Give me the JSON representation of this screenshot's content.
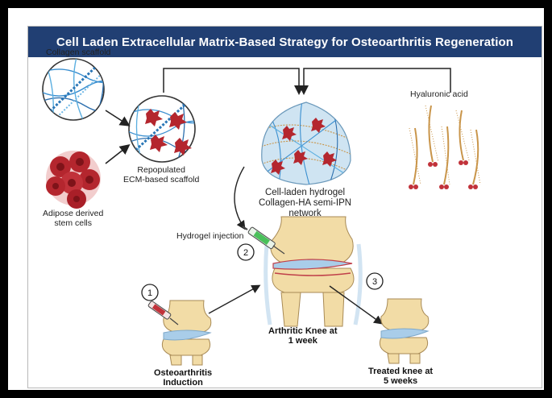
{
  "title": "Cell Laden Extracellular Matrix-Based Strategy for Osteoarthritis Regeneration",
  "labels": {
    "collagen_scaffold": "Collagen scaffold",
    "adipose_cells_line1": "Adipose derived",
    "adipose_cells_line2": "stem cells",
    "repopulated_line1": "Repopulated",
    "repopulated_line2": "ECM-based scaffold",
    "hyaluronic_acid": "Hyaluronic acid",
    "hydrogel_line1": "Cell-laden hydrogel",
    "hydrogel_line2": "Collagen-HA semi-IPN",
    "hydrogel_line3": "network",
    "hydrogel_injection": "Hydrogel injection",
    "arthritic_line1": "Arthritic Knee at",
    "arthritic_line2": "1 week",
    "oa_line1": "Osteoarthritis",
    "oa_line2": "Induction",
    "treated_line1": "Treated knee at",
    "treated_line2": "5 weeks"
  },
  "steps": [
    "1",
    "2",
    "3"
  ],
  "colors": {
    "title_bar": "#213f73",
    "collagen_fiber": "#3a8fd0",
    "cell_red": "#b4262e",
    "bone": "#f2dca6",
    "cartilage": "#a9cde9",
    "hyaluronic": "#c9954a"
  }
}
